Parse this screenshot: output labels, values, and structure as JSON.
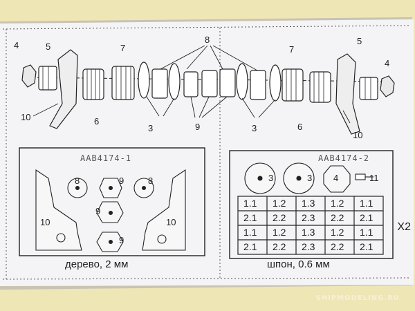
{
  "exploded_view": {
    "left_labels": {
      "n4": "4",
      "n5": "5",
      "n7": "7",
      "n10": "10",
      "n6": "6"
    },
    "center_labels": {
      "n8": "8",
      "n3a": "3",
      "n9": "9",
      "n3b": "3"
    },
    "right_labels": {
      "n7": "7",
      "n5": "5",
      "n4": "4",
      "n6": "6",
      "n10": "10"
    }
  },
  "wood_sheet": {
    "code": "AAB4174-1",
    "part_labels": {
      "g8a": "8",
      "g9a": "9",
      "g8b": "8",
      "g9b": "9",
      "g9c": "9",
      "p10a": "10",
      "p10b": "10"
    },
    "caption": "дерево, 2 мм"
  },
  "veneer_sheet": {
    "code": "AAB4174-2",
    "disc_labels": {
      "d3a": "3",
      "d3b": "3",
      "d4": "4",
      "d11": "11"
    },
    "grid": [
      [
        "1.1",
        "1.2",
        "1.3",
        "1.2",
        "1.1"
      ],
      [
        "2.1",
        "2.2",
        "2.3",
        "2.2",
        "2.1"
      ],
      [
        "1.1",
        "1.2",
        "1.3",
        "1.2",
        "1.1"
      ],
      [
        "2.1",
        "2.2",
        "2.3",
        "2.2",
        "2.1"
      ]
    ],
    "caption": "шпон, 0.6 мм",
    "multiplier": "X2"
  },
  "watermark": "SHIPMODELING.RU"
}
